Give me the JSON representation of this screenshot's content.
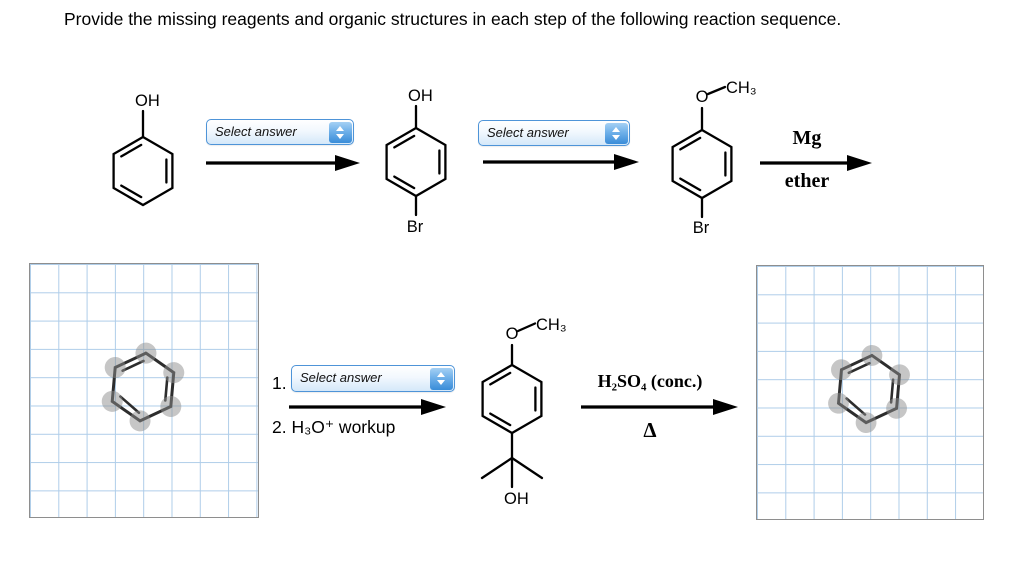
{
  "title": "Provide the missing reagents and organic structures in each step of the following reaction sequence.",
  "controls": {
    "select_answer": "Select answer"
  },
  "atoms": {
    "oh": "OH",
    "br": "Br",
    "o": "O",
    "ch3": "CH₃"
  },
  "conditions": {
    "grignard_above": "Mg",
    "grignard_below": "ether",
    "dehydration_above": "H₂SO₄ (conc.)",
    "dehydration_below": "Δ"
  },
  "labels": {
    "step4_line1": "1.",
    "step4_line2": "2. H₃O⁺ workup"
  },
  "colors": {
    "dropdown_border": "#4e94d8",
    "dropdown_button_blue": "#3a8cd8",
    "grid_line_blue": "#afcde9",
    "canvas_border_gray": "#8e8e8e",
    "bond_black": "#000000",
    "handle_gray": "#8e8e8e"
  }
}
